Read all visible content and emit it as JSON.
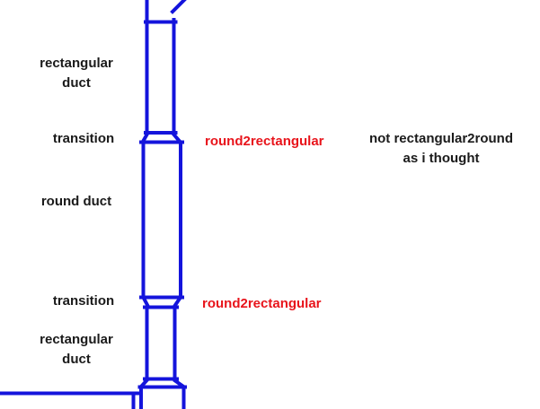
{
  "diagram": {
    "duct_labels": {
      "rectangular_duct_top": "rectangular\nduct",
      "transition_top": "transition",
      "round_duct": "round duct",
      "transition_bottom": "transition",
      "rectangular_duct_bottom": "rectangular\nduct"
    },
    "annotations": {
      "transition_top_type": "round2rectangular",
      "transition_bottom_type": "round2rectangular",
      "correction_note": "not rectangular2round\nas i thought"
    },
    "colors": {
      "duct_line": "#1414dc",
      "annotation": "#e8141b",
      "label_text": "#1a1a1a",
      "background": "#ffffff"
    }
  }
}
